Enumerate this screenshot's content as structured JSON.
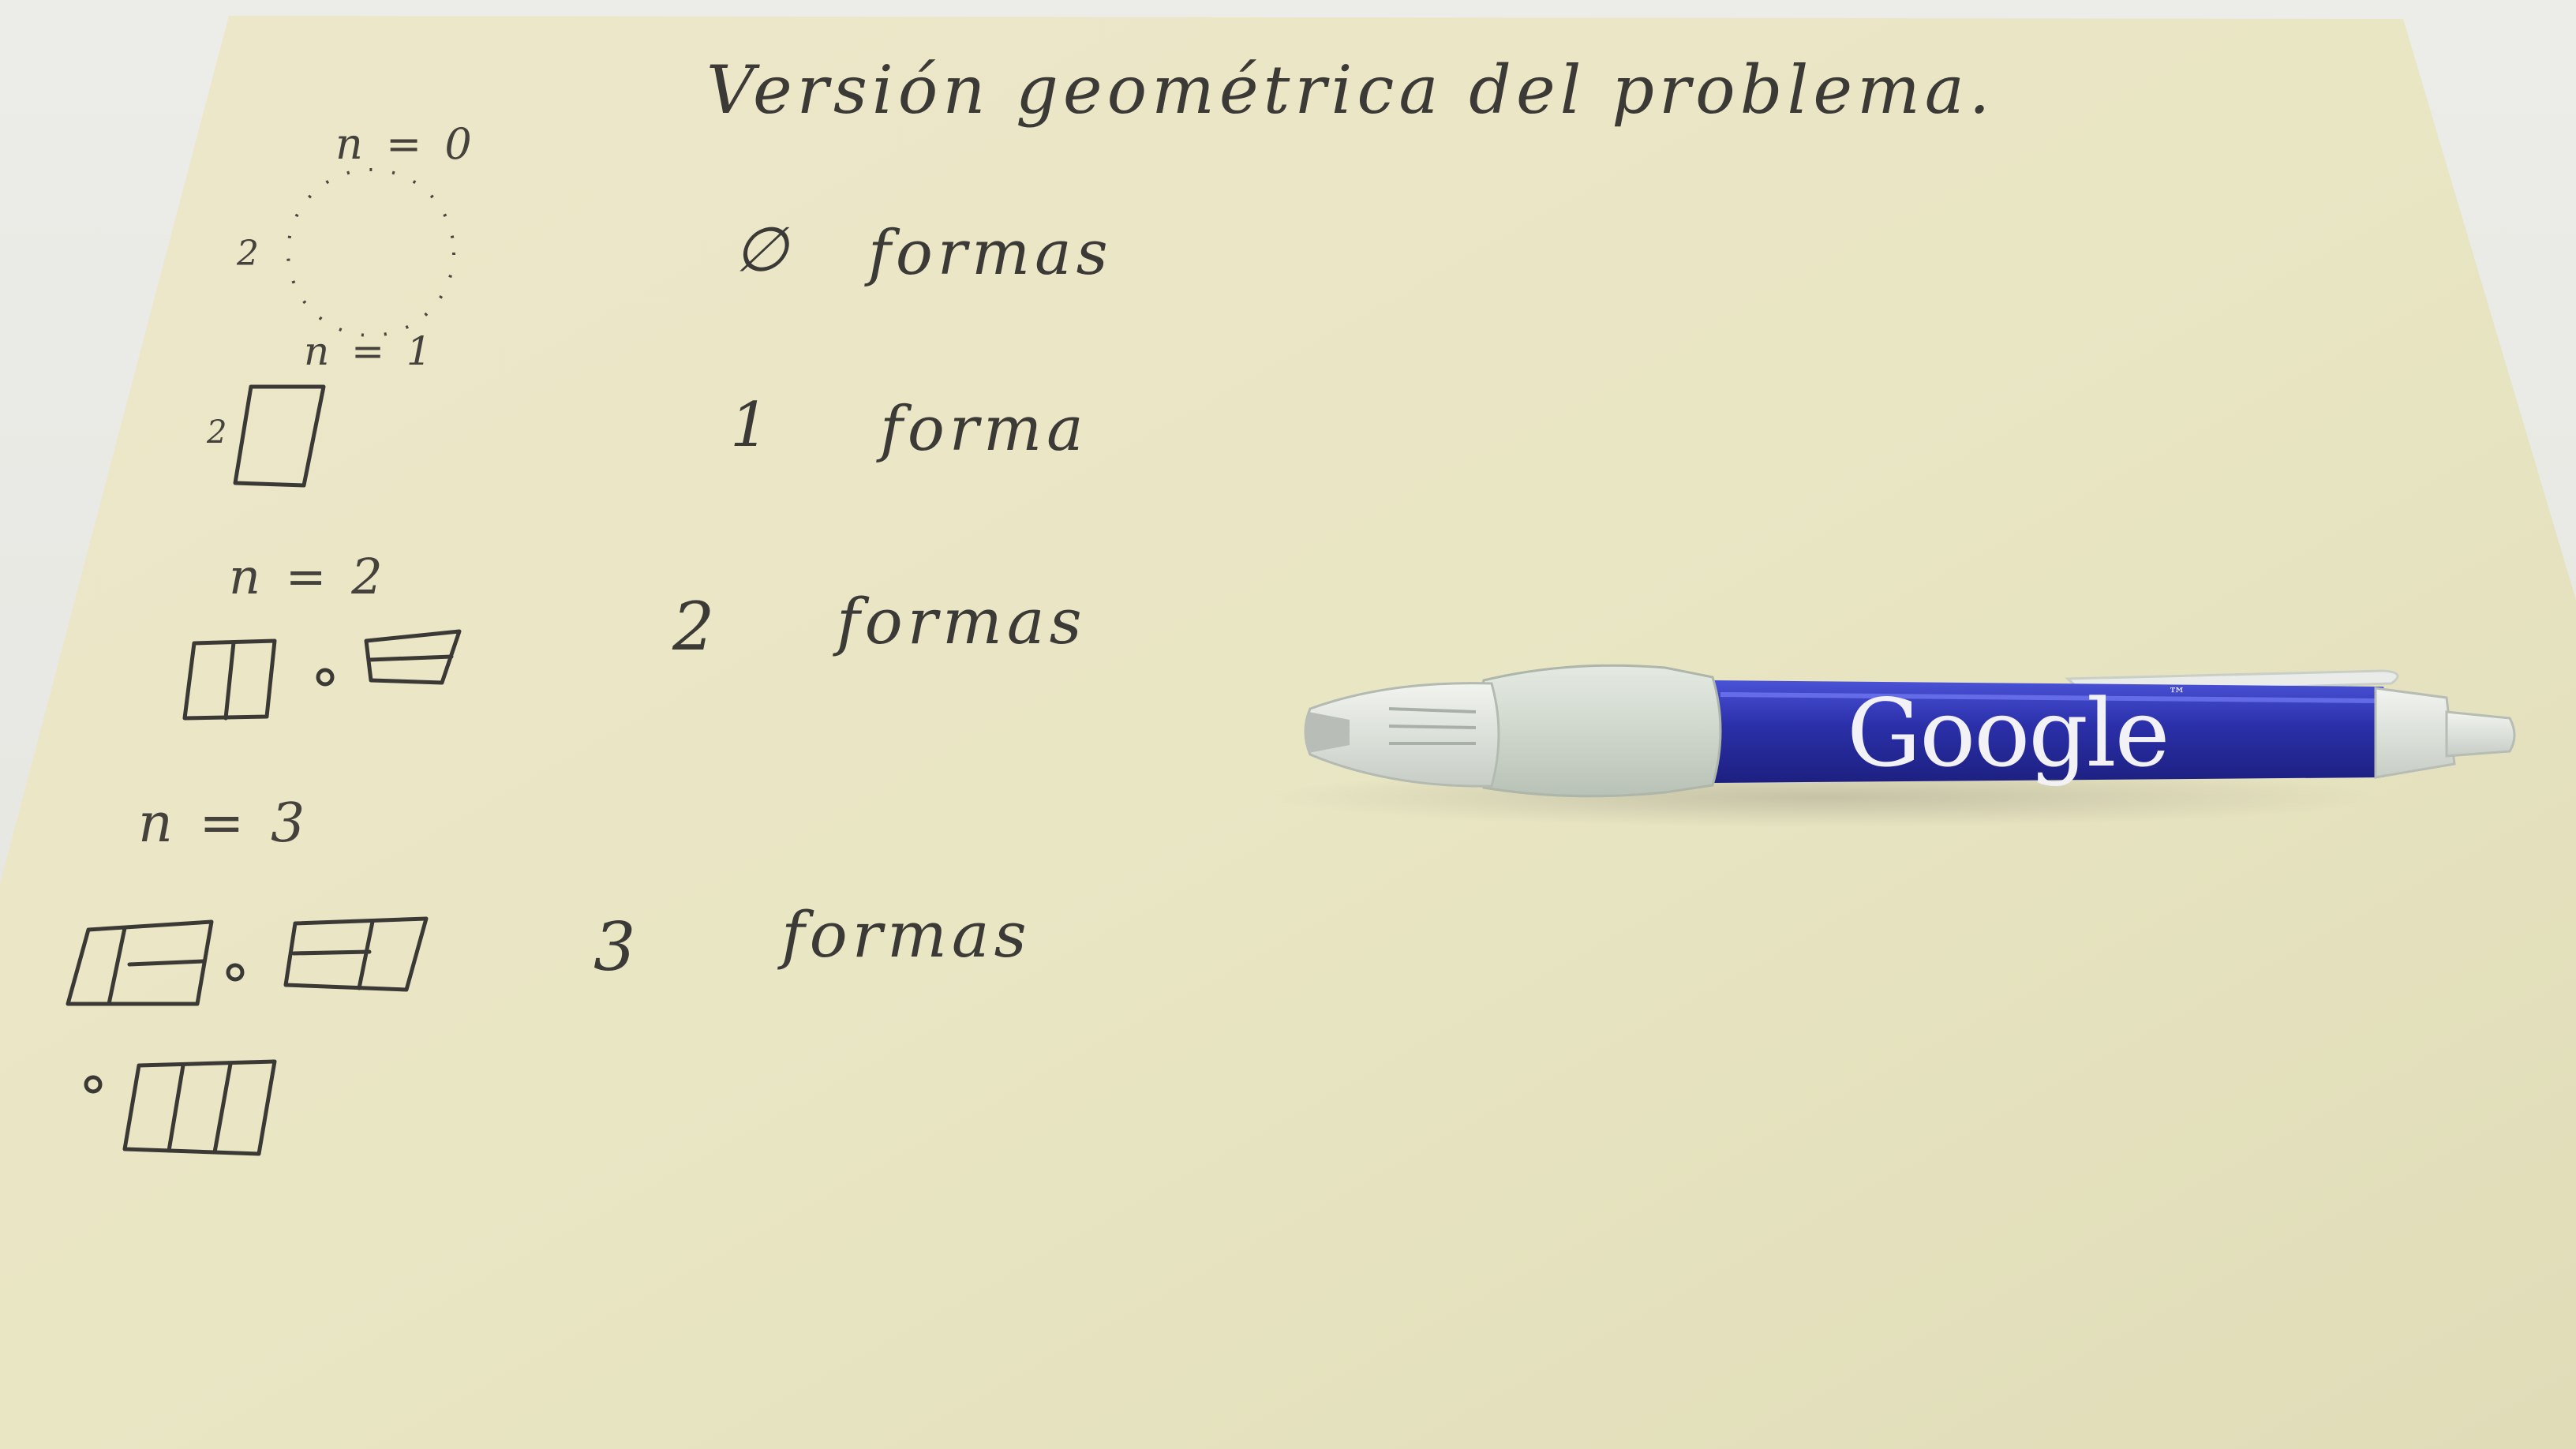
{
  "title": "Versión geométrica del problema.",
  "cases": [
    {
      "n_label": "n = 0",
      "side_label": "2",
      "count": "∅",
      "word": "formas"
    },
    {
      "n_label": "n = 1",
      "side_label": "2",
      "count": "1",
      "word": "forma"
    },
    {
      "n_label": "n = 2",
      "count": "2",
      "word": "formas"
    },
    {
      "n_label": "n = 3",
      "count": "3",
      "word": "formas"
    }
  ],
  "pen": {
    "brand": "Google",
    "trademark": "™",
    "barrel_color": "#2a2fa8",
    "grip_color": "#d6ddd2"
  },
  "colors": {
    "paper": "#e9e6c6",
    "ink": "#3b3935",
    "table": "#e6e6e1"
  }
}
